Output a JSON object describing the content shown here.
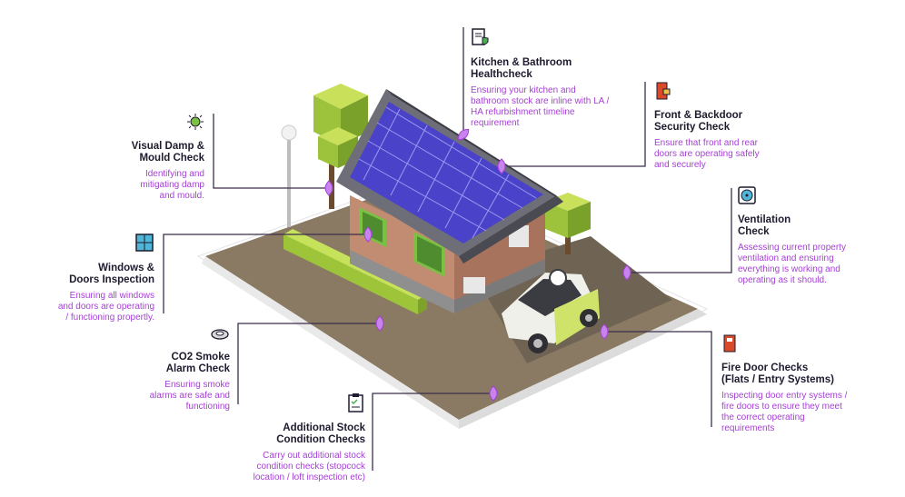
{
  "accent_color": "#a63fd6",
  "line_color": "#3a2f4a",
  "callouts": {
    "kitchen": {
      "icon": "document-shield-icon",
      "title": "Kitchen & Bathroom\nHealthcheck",
      "desc": "Ensuring your kitchen and\nbathroom stock are inline with LA /\nHA refurbishment timeline\nrequirement"
    },
    "security": {
      "icon": "door-lock-icon",
      "title": "Front & Backdoor\nSecurity Check",
      "desc": "Ensure that front and rear\ndoors are operating safely\nand securely"
    },
    "ventilation": {
      "icon": "fan-icon",
      "title": "Ventilation\nCheck",
      "desc": "Assessing current property\nventilation and ensuring\neverything is working and\noperating as it should."
    },
    "firedoor": {
      "icon": "fire-door-icon",
      "title": "Fire Door Checks\n(Flats / Entry Systems)",
      "desc": "Inspecting door entry systems /\nfire doors to ensure they meet\nthe correct operating\nrequirements"
    },
    "damp": {
      "icon": "mould-icon",
      "title": "Visual Damp &\nMould Check",
      "desc": "Identifying and\nmitigating damp\nand mould."
    },
    "windows": {
      "icon": "window-icon",
      "title": "Windows &\nDoors Inspection",
      "desc": "Ensuring all windows\nand doors are operating\n/ functioning propertly."
    },
    "co2": {
      "icon": "smoke-alarm-icon",
      "title": "CO2 Smoke\nAlarm Check",
      "desc": "Ensuring smoke\nalarms are safe and\nfunctioning"
    },
    "additional": {
      "icon": "clipboard-check-icon",
      "title": "Additional Stock\nCondition Checks",
      "desc": "Carry out additional stock\ncondition checks (stopcock\nlocation / loft inspection etc)"
    }
  }
}
